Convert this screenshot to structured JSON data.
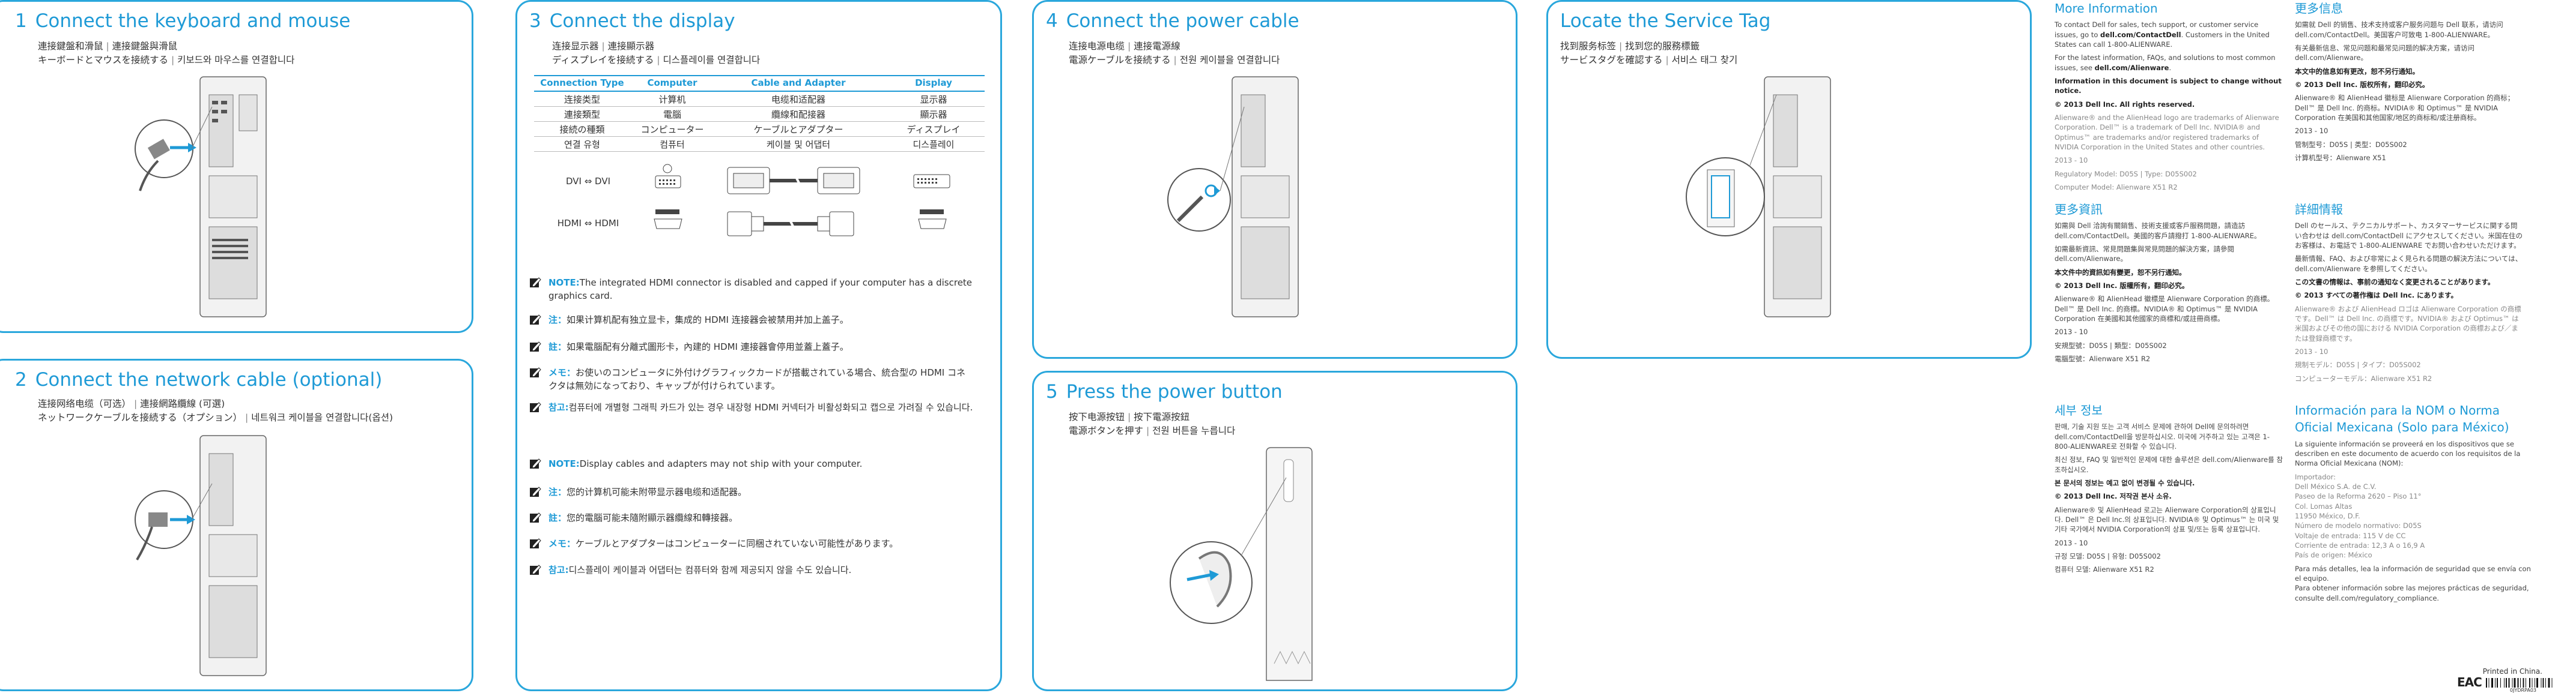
{
  "colors": {
    "accent": "#1e9ad6",
    "border": "#2aa7dc"
  },
  "panel1": {
    "num": "1",
    "title": "Connect the keyboard and mouse",
    "sub_zh": "連接鍵盤和滑鼠",
    "sub_zh2": "連接鍵盤與滑鼠",
    "sub_ja": "キーボードとマウスを接続する",
    "sub_ko": "키보드와 마우스를 연결합니다"
  },
  "panel2": {
    "num": "2",
    "title": "Connect the network cable (optional)",
    "sub_zh": "连接网络电缆（可选）",
    "sub_zh2": "連接網路纜線 (可選)",
    "sub_ja": "ネットワークケーブルを接続する（オプション）",
    "sub_ko": "네트워크 케이블을 연결합니다(옵션)"
  },
  "panel3": {
    "num": "3",
    "title": "Connect the display",
    "sub_zh": "连接显示器",
    "sub_zh2": "連接顯示器",
    "sub_ja": "ディスプレイを接続する",
    "sub_ko": "디스플레이를 연결합니다",
    "table": {
      "headers": [
        "Connection Type",
        "Computer",
        "Cable and Adapter",
        "Display"
      ],
      "rows": [
        [
          "连接类型",
          "计算机",
          "电缆和适配器",
          "显示器"
        ],
        [
          "連接類型",
          "電腦",
          "纜線和配接器",
          "顯示器"
        ],
        [
          "接続の種類",
          "コンピューター",
          "ケーブルとアダプター",
          "ディスプレイ"
        ],
        [
          "연결 유형",
          "컴퓨터",
          "케이블 및 어댑터",
          "디스플레이"
        ]
      ],
      "dvi": "DVI ⇔ DVI",
      "hdmi": "HDMI ⇔ HDMI"
    },
    "notes": [
      {
        "label": "NOTE:",
        "text": "The integrated HDMI connector is disabled and capped if your computer has a discrete graphics card."
      },
      {
        "label": "注：",
        "text": "如果计算机配有独立显卡，集成的 HDMI 连接器会被禁用并加上盖子。"
      },
      {
        "label": "註：",
        "text": "如果電腦配有分離式圖形卡，內建的 HDMI 連接器會停用並蓋上蓋子。"
      },
      {
        "label": "メモ：",
        "text": "お使いのコンピュータに外付けグラフィックカードが搭載されている場合、統合型の HDMI コネクタは無効になっており、キャップが付けられています。"
      },
      {
        "label": "참고:",
        "text": "컴퓨터에 개별형 그래픽 카드가 있는 경우 내장형 HDMI 커넥터가 비활성화되고 캡으로 가려질 수 있습니다."
      },
      {
        "label": "NOTE:",
        "text": "Display cables and adapters may not ship with your computer."
      },
      {
        "label": "注：",
        "text": "您的计算机可能未附带显示器电缆和适配器。"
      },
      {
        "label": "註：",
        "text": "您的電腦可能未隨附顯示器纜線和轉接器。"
      },
      {
        "label": "メモ：",
        "text": "ケーブルとアダプターはコンピューターに同梱されていない可能性があります。"
      },
      {
        "label": "참고:",
        "text": "디스플레이 케이블과 어댑터는 컴퓨터와 함께 제공되지 않을 수도 있습니다."
      }
    ]
  },
  "panel4": {
    "num": "4",
    "title": "Connect the power cable",
    "sub_zh": "连接电源电缆",
    "sub_zh2": "連接電源線",
    "sub_ja": "電源ケーブルを接続する",
    "sub_ko": "전원 케이블을 연결합니다"
  },
  "panel5": {
    "num": "5",
    "title": "Press the power button",
    "sub_zh": "按下电源按钮",
    "sub_zh2": "按下電源按鈕",
    "sub_ja": "電源ボタンを押す",
    "sub_ko": "전원 버튼을 누릅니다"
  },
  "panel6": {
    "title": "Locate the Service Tag",
    "sub_zh": "找到服务标签",
    "sub_zh2": "找到您的服務標籤",
    "sub_ja": "サービスタグを確認する",
    "sub_ko": "서비스 태그 찾기"
  },
  "info": {
    "en": {
      "title": "More Information",
      "p1a": "To contact Dell for sales, tech support, or customer service issues, go to ",
      "p1b": "dell.com/ContactDell",
      "p1c": ". Customers in the United States can call 1-800-ALIENWARE.",
      "p2a": "For the latest information, FAQs, and solutions to most common issues, see ",
      "p2b": "dell.com/Alienware",
      "p2c": ".",
      "p3": "Information in this document is subject to change without notice.",
      "p4": "© 2013 Dell Inc. All rights reserved.",
      "p5": "Alienware® and the AlienHead logo are trademarks of Alienware Corporation. Dell™ is a trademark of Dell Inc. NVIDIA® and Optimus™ are trademarks and/or registered trademarks of NVIDIA Corporation in the United States and other countries.",
      "p6": "2013 - 10",
      "p7": "Regulatory Model: D05S | Type: D05S002",
      "p8": "Computer Model: Alienware X51 R2"
    },
    "zhcn": {
      "title": "更多信息",
      "p1": "如需就 Dell 的销售、技术支持或客户服务问题与 Dell 联系，请访问 dell.com/ContactDell。美国客户可致电 1-800-ALIENWARE。",
      "p2": "有关最新信息、常见问题和最常见问题的解决方案，请访问 dell.com/Alienware。",
      "p3": "本文中的信息如有更改，恕不另行通知。",
      "p4": "© 2013 Dell Inc. 版权所有，翻印必究。",
      "p5": "Alienware® 和 AlienHead 徽标是 Alienware Corporation 的商标；Dell™ 是 Dell Inc. 的商标。NVIDIA® 和 Optimus™ 是 NVIDIA Corporation 在美国和其他国家/地区的商标和/或注册商标。",
      "p6": "2013 - 10",
      "p7": "管制型号：D05S | 类型：D05S002",
      "p8": "计算机型号：Alienware X51"
    },
    "zhtw": {
      "title": "更多資訊",
      "p1": "如需與 Dell 洽詢有關銷售、技術支援或客戶服務問題，請造訪 dell.com/ContactDell。美國的客戶請撥打 1-800-ALIENWARE。",
      "p2": "如需最新資訊、常見問題集與常見問題的解決方案，請參閱 dell.com/Alienware。",
      "p3": "本文件中的資訊如有變更，恕不另行通知。",
      "p4": "© 2013 Dell Inc. 版權所有，翻印必究。",
      "p5": "Alienware® 和 AlienHead 徽標是 Alienware Corporation 的商標。Dell™ 是 Dell Inc. 的商標。NVIDIA® 和 Optimus™ 是 NVIDIA Corporation 在美國和其他國家的商標和/或註冊商標。",
      "p6": "2013 - 10",
      "p7": "安規型號：D05S | 類型：D05S002",
      "p8": "電腦型號：Alienware X51 R2"
    },
    "ja": {
      "title": "詳細情報",
      "p1": "Dell のセールス、テクニカルサポート、カスタマーサービスに関する問い合わせは dell.com/ContactDell にアクセスしてください。米国在住のお客様は、お電話で 1-800-ALIENWARE でお問い合わせいただけます。",
      "p2": "最新情報、FAQ、および非常によく見られる問題の解決方法については、dell.com/Alienware を参照してください。",
      "p3": "この文書の情報は、事前の通知なく変更されることがあります。",
      "p4": "© 2013 すべての著作権は Dell Inc. にあります。",
      "p5": "Alienware® および AlienHead ロゴは Alienware Corporation の商標です。Dell™ は Dell Inc. の商標です。NVIDIA® および Optimus™ は米国およびその他の国における NVIDIA Corporation の商標および／または登録商標です。",
      "p6": "2013 - 10",
      "p7": "規制モデル：D05S | タイプ：D05S002",
      "p8": "コンピューターモデル：Alienware X51 R2"
    },
    "ko": {
      "title": "세부 정보",
      "p1": "판매, 기술 지원 또는 고객 서비스 문제에 관하여 Dell에 문의하려면 dell.com/ContactDell을 방문하십시오. 미국에 거주하고 있는 고객은 1-800-ALIENWARE로 전화할 수 있습니다.",
      "p2": "최신 정보, FAQ 및 일반적인 문제에 대한 솔루션은 dell.com/Alienware를 참조하십시오.",
      "p3": "본 문서의 정보는 예고 없이 변경될 수 있습니다.",
      "p4": "© 2013 Dell Inc. 저작권 본사 소유.",
      "p5": "Alienware® 및 AlienHead 로고는 Alienware Corporation의 상표입니다. Dell™ 은 Dell Inc.의 상표입니다. NVIDIA® 및 Optimus™ 는 미국 및 기타 국가에서 NVIDIA Corporation의 상표 및/또는 등록 상표입니다.",
      "p6": "2013 - 10",
      "p7": "규정 모델: D05S | 유형: D05S002",
      "p8": "컴퓨터 모델: Alienware X51 R2"
    },
    "mx": {
      "title": "Información para la NOM o Norma Oficial Mexicana (Solo para México)",
      "p1": "La siguiente información se proveerá en los dispositivos que se describen en este documento de acuerdo con los requisitos de la Norma Oficial Mexicana (NOM):",
      "l1": "Importador:",
      "l2": "Dell México S.A. de C.V.",
      "l3": "Paseo de la Reforma 2620 – Piso 11°",
      "l4": "Col. Lomas Altas",
      "l5": "11950 México, D.F.",
      "l6": "Número de modelo normativo: D05S",
      "l7": "Voltaje de entrada: 115 V de CC",
      "l8": "Corriente de entrada: 12,3 A o 16,9 A",
      "l9": "País de origen: México",
      "p2": "Para más detalles, lea la información de seguridad que se envía con el equipo.",
      "p3": "Para obtener información sobre las mejores prácticas de seguridad, consulte dell.com/regulatory_compliance."
    }
  },
  "footer": {
    "printed": "Printed in China.",
    "eac": "EAC",
    "barcode_num": "0JYDRPA03"
  }
}
